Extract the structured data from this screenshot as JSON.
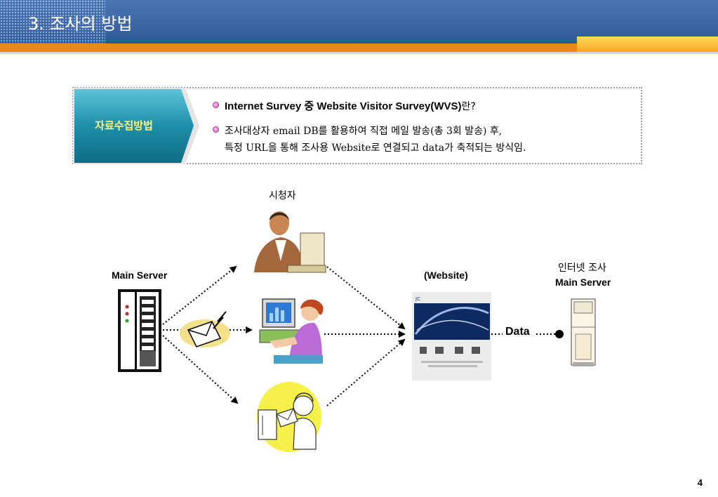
{
  "slide": {
    "title": "3. 조사의 방법",
    "page_number": "4"
  },
  "info": {
    "label": "자료수집방법",
    "bullet1_bold": "Internet Survey 중 Website Visitor Survey(WVS)",
    "bullet1_tail": "란?",
    "bullet2_line1": "조사대상자 email DB를 활용하여 직접 메일 발송(총 3회 발송) 후,",
    "bullet2_line2": "특정 URL을 통해 조사용 Website로 연결되고 data가 축적되는 방식임."
  },
  "diagram": {
    "viewer_label": "시청자",
    "main_server_label": "Main Server",
    "website_label": "(Website)",
    "data_label": "Data",
    "survey_server_label_line1": "인터넷 조사",
    "survey_server_label_line2": "Main Server"
  },
  "colors": {
    "header_blue": "#3a66a8",
    "accent_orange": "#e8871a",
    "label_teal": "#1d8fa8",
    "label_text_yellow": "#fff27a"
  }
}
